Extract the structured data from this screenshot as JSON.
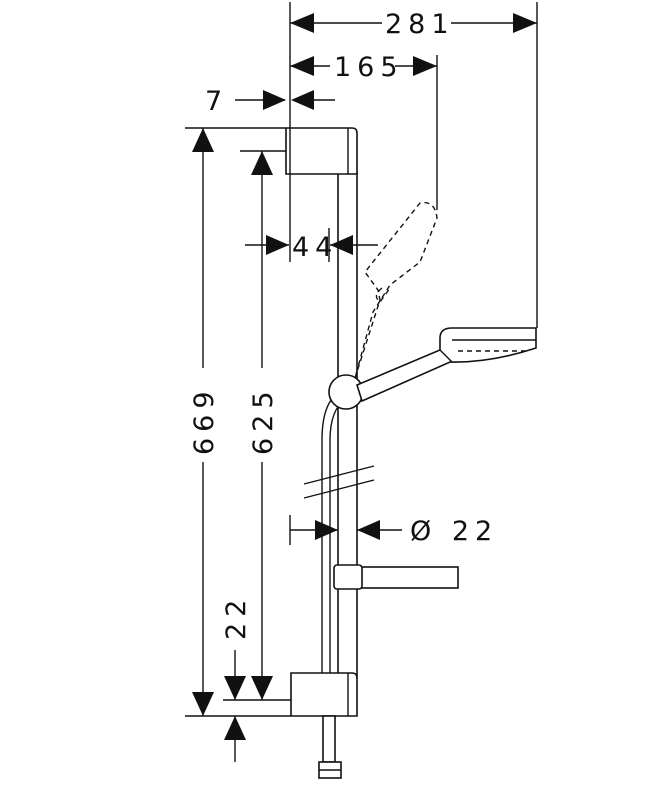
{
  "dimensions": {
    "total_reach": "281",
    "arm_reach": "165",
    "bracket_offset": "7",
    "wall_gap": "44",
    "total_height": "669",
    "bar_height": "625",
    "lower_offset": "22",
    "bar_diameter": "Ø 22"
  },
  "colors": {
    "line": "#111111",
    "background": "#ffffff"
  }
}
